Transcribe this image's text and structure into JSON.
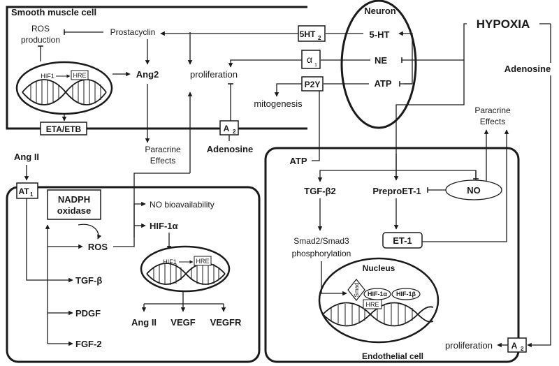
{
  "cells": {
    "smooth_muscle": "Smooth muscle cell",
    "neuron": "Neuron",
    "endothelial": "Endothelial cell",
    "nucleus": "Nucleus"
  },
  "labels": {
    "ros_production_1": "ROS",
    "ros_production_2": "production",
    "prostacyclin": "Prostacyclin",
    "hif1": "HIF1",
    "hre": "HRE",
    "ang2": "Ang2",
    "proliferation_smc": "proliferation",
    "mitogenesis": "mitogenesis",
    "eta_etb": "ETA/ETB",
    "a2": "A",
    "a2_sub": "2",
    "adenosine_smc": "Adenosine",
    "paracrine_1": "Paracrine",
    "paracrine_2": "Effects",
    "ht2": "5HT",
    "ht2_sub": "2",
    "alpha1": "α",
    "alpha1_sub": "1",
    "p2y": "P2Y",
    "five_ht": "5-HT",
    "ne": "NE",
    "atp_neuron": "ATP",
    "hypoxia": "HYPOXIA",
    "adenosine_right": "Adenosine",
    "paracrine_right_1": "Paracrine",
    "paracrine_right_2": "Effects",
    "atp_endo": "ATP",
    "tgfb2": "TGF-β2",
    "preproet1": "PreproET-1",
    "no": "NO",
    "et1": "ET-1",
    "smad_1": "Smad2/Smad3",
    "smad_2": "phosphorylation",
    "smad_box": "Smad",
    "hif1a_nuc": "HIF-1α",
    "hif1b_nuc": "HIF-1β",
    "hre_nuc": "HRE",
    "proliferation_endo": "proliferation",
    "a2_endo": "A",
    "a2_endo_sub": "2",
    "ang_ii": "Ang II",
    "at1": "AT",
    "at1_sub": "1",
    "nadph_1": "NADPH",
    "nadph_2": "oxidase",
    "ros": "ROS",
    "no_bio": "NO bioavailability",
    "hif1a": "HIF-1α",
    "hif1_fib": "HIF1",
    "hre_fib": "HRE",
    "tgfb": "TGF-β",
    "pdgf": "PDGF",
    "fgf2": "FGF-2",
    "ang_ii_out": "Ang II",
    "vegf": "VEGF",
    "vegfr": "VEGFR"
  }
}
